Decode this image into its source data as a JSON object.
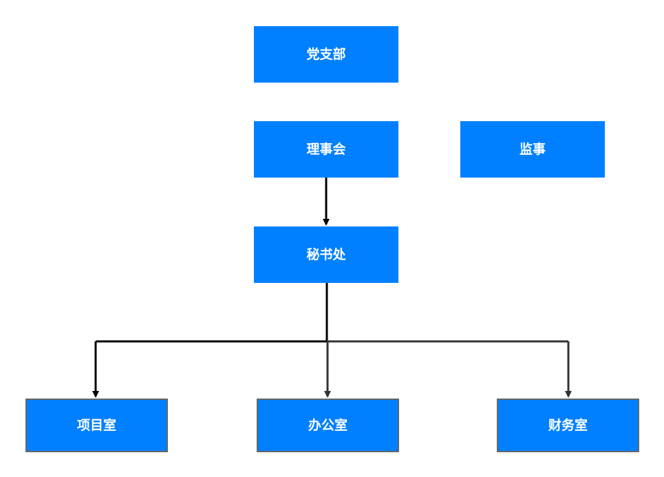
{
  "nodes": {
    "party_branch": "党支部",
    "council": "理事会",
    "supervisor": "监事",
    "secretariat": "秘书处",
    "project_office": "项目室",
    "general_office": "办公室",
    "finance_office": "财务室"
  },
  "colors": {
    "node_fill": "#0080ff",
    "node_text": "#ffffff",
    "node_border": "#666666",
    "edge_primary": "#000000",
    "edge_secondary": "#333333"
  }
}
